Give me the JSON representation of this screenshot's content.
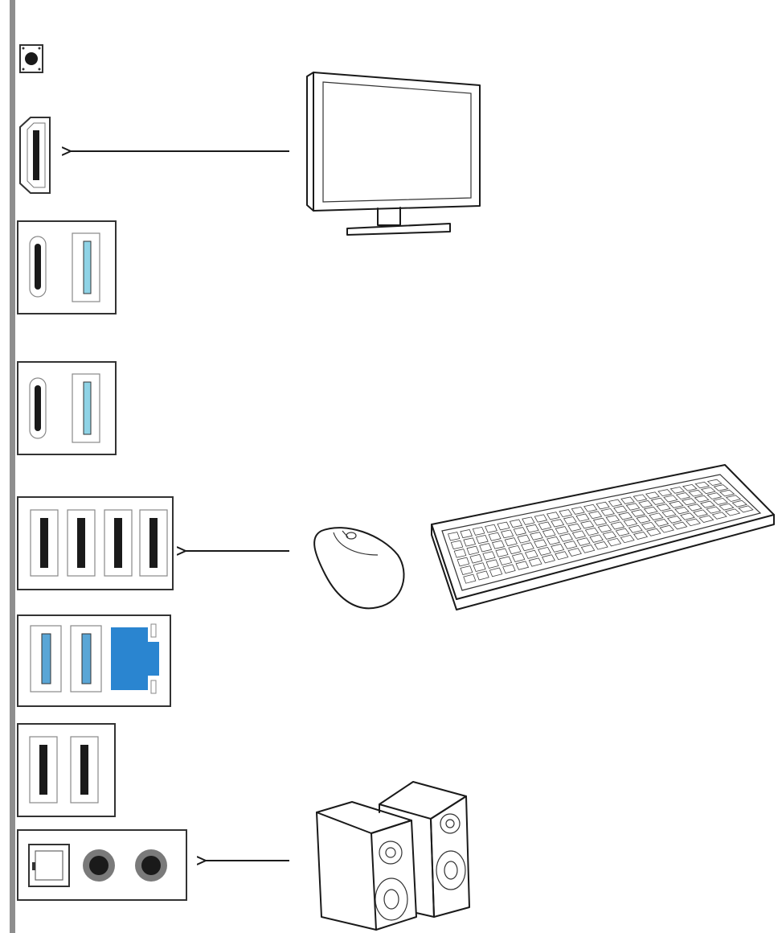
{
  "diagram": {
    "panel_color": "#8e8e8e",
    "usb_blue": "#5aa6d6",
    "usb_light_blue": "#8fd3e6",
    "lan_blue": "#2a85d0",
    "audio_ring": "#7a7a7a",
    "ports": [
      {
        "name": "clear-cmos-button",
        "icon": "button-icon"
      },
      {
        "name": "hdmi-port",
        "icon": "hdmi-icon"
      },
      {
        "name": "usb-c-and-usb-a-group-1",
        "icon": "usb-c-icon"
      },
      {
        "name": "usb-c-and-usb-a-group-2",
        "icon": "usb-c-icon"
      },
      {
        "name": "usb2-quad-group",
        "icon": "usb-icon"
      },
      {
        "name": "usb3-and-lan-group",
        "icon": "ethernet-icon"
      },
      {
        "name": "usb2-dual-group",
        "icon": "usb-icon"
      },
      {
        "name": "audio-optical-group",
        "icon": "audio-icon"
      }
    ],
    "devices": [
      {
        "name": "monitor",
        "icon": "monitor-icon",
        "connects_to": "hdmi-port"
      },
      {
        "name": "mouse",
        "icon": "mouse-icon",
        "connects_to": "usb2-quad-group"
      },
      {
        "name": "keyboard",
        "icon": "keyboard-icon",
        "connects_to": "usb2-quad-group"
      },
      {
        "name": "speakers",
        "icon": "speaker-icon",
        "connects_to": "audio-optical-group"
      }
    ]
  }
}
